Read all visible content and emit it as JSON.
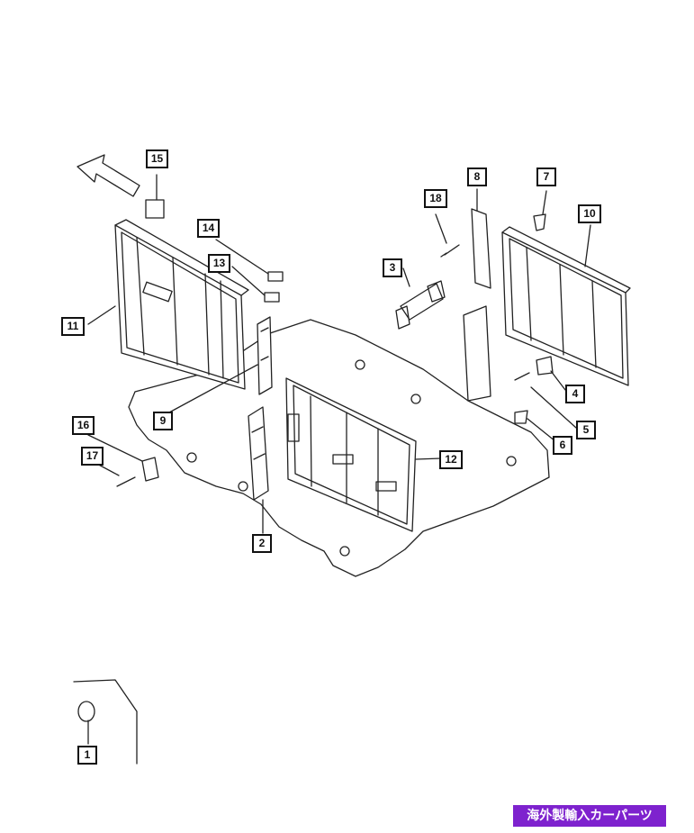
{
  "callouts": {
    "c1": "1",
    "c2": "2",
    "c3": "3",
    "c4": "4",
    "c5": "5",
    "c6": "6",
    "c7": "7",
    "c8": "8",
    "c9": "9",
    "c10": "10",
    "c11": "11",
    "c12": "12",
    "c13": "13",
    "c14": "14",
    "c15": "15",
    "c16": "16",
    "c17": "17",
    "c18": "18"
  },
  "watermark": {
    "text": "海外製輸入カーパーツ",
    "color": "#7e22ce"
  },
  "line_color": "#222222"
}
